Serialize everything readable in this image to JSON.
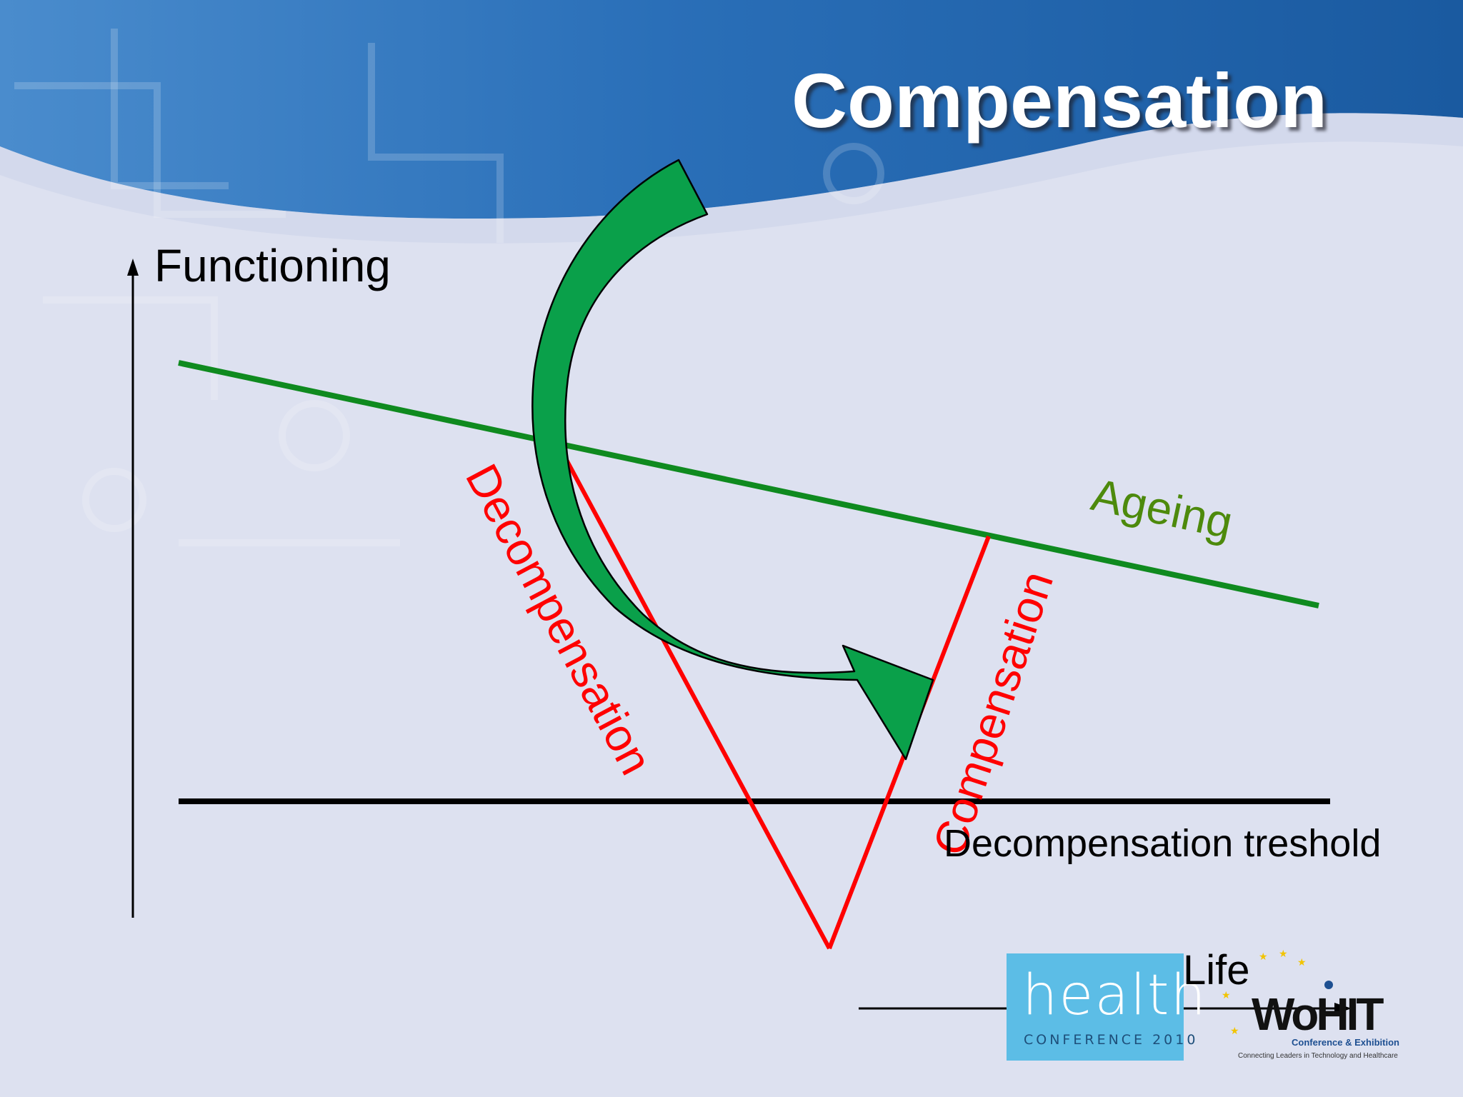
{
  "slide": {
    "title": "Compensation",
    "colors": {
      "header_blue": "#1d5fa6",
      "background": "#dde1f0",
      "ageing_green": "#0f8a1f",
      "arrow_green": "#0aa04a",
      "red": "#ff0000",
      "threshold_black": "#000000"
    }
  },
  "diagram": {
    "y_axis_label": "Functioning",
    "ageing_label": "Ageing",
    "threshold_label": "Decompensation treshold",
    "decompensation_label": "Decompensation",
    "compensation_label": "Compensation"
  },
  "logos": {
    "health_word": "health",
    "health_conference": "CONFERENCE 2010",
    "life": "Life",
    "whit": "WoHIT",
    "whit_sub": "Conference & Exhibition",
    "whit_tagline": "Connecting Leaders in Technology and Healthcare"
  }
}
